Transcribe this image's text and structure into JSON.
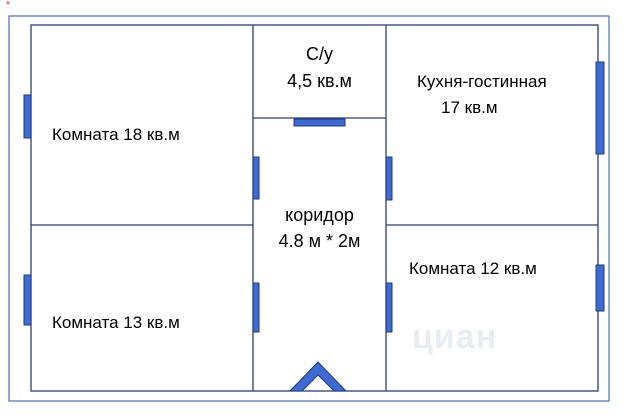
{
  "marker": "*",
  "rooms": {
    "bath": {
      "name": "С/у",
      "area": "4,5 кв.м"
    },
    "kitchen": {
      "name": "Кухня-гостинная",
      "area": "17 кв.м"
    },
    "room18": {
      "label": "Комната 18 кв.м"
    },
    "corridor": {
      "name": "коридор",
      "size": "4.8 м * 2м"
    },
    "room12": {
      "label": "Комната 12 кв.м"
    },
    "room13": {
      "label": "Комната 13 кв.м"
    }
  },
  "watermark": "циан",
  "colors": {
    "wall_outer": "#4a6fb5",
    "wall_inner": "#2b3f6e",
    "opening": "#3f6ad1",
    "opening_border": "#1f3a78"
  }
}
